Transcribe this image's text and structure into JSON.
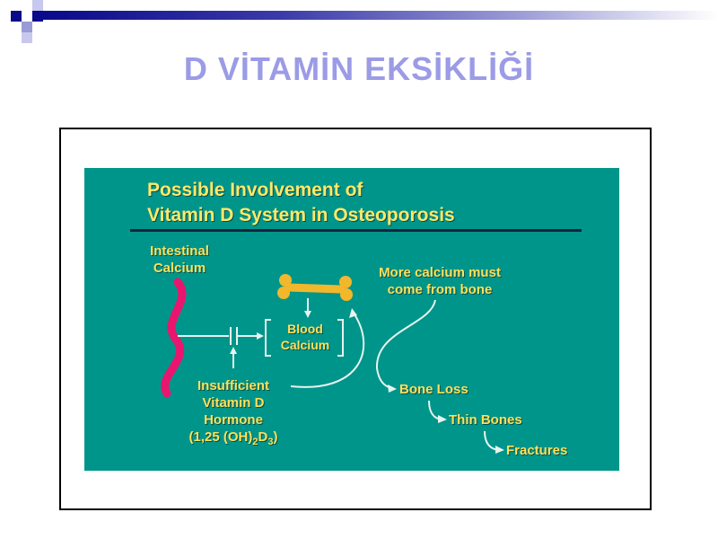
{
  "title": "D VİTAMİN EKSİKLİĞİ",
  "diagram": {
    "heading_line1": "Possible Involvement of",
    "heading_line2": "Vitamin D System in Osteoporosis",
    "intestinal_line1": "Intestinal",
    "intestinal_line2": "Calcium",
    "blood_line1": "Blood",
    "blood_line2": "Calcium",
    "more_line1": "More calcium must",
    "more_line2": "come from bone",
    "insuff_line1": "Insufficient",
    "insuff_line2": "Vitamin D",
    "insuff_line3": "Hormone",
    "formula_a": "(1,25 (OH)",
    "formula_sub1": "2",
    "formula_b": "D",
    "formula_sub2": "3",
    "formula_c": ")",
    "bone_loss": "Bone Loss",
    "thin_bones": "Thin Bones",
    "fractures": "Fractures"
  },
  "colors": {
    "title": "#9b9be6",
    "slide_bg": "#00958a",
    "text_yellow": "#ffe05a",
    "intestine_pink": "#e8166e",
    "bone": "#f2b72a",
    "arrow": "#e8f4f0"
  }
}
